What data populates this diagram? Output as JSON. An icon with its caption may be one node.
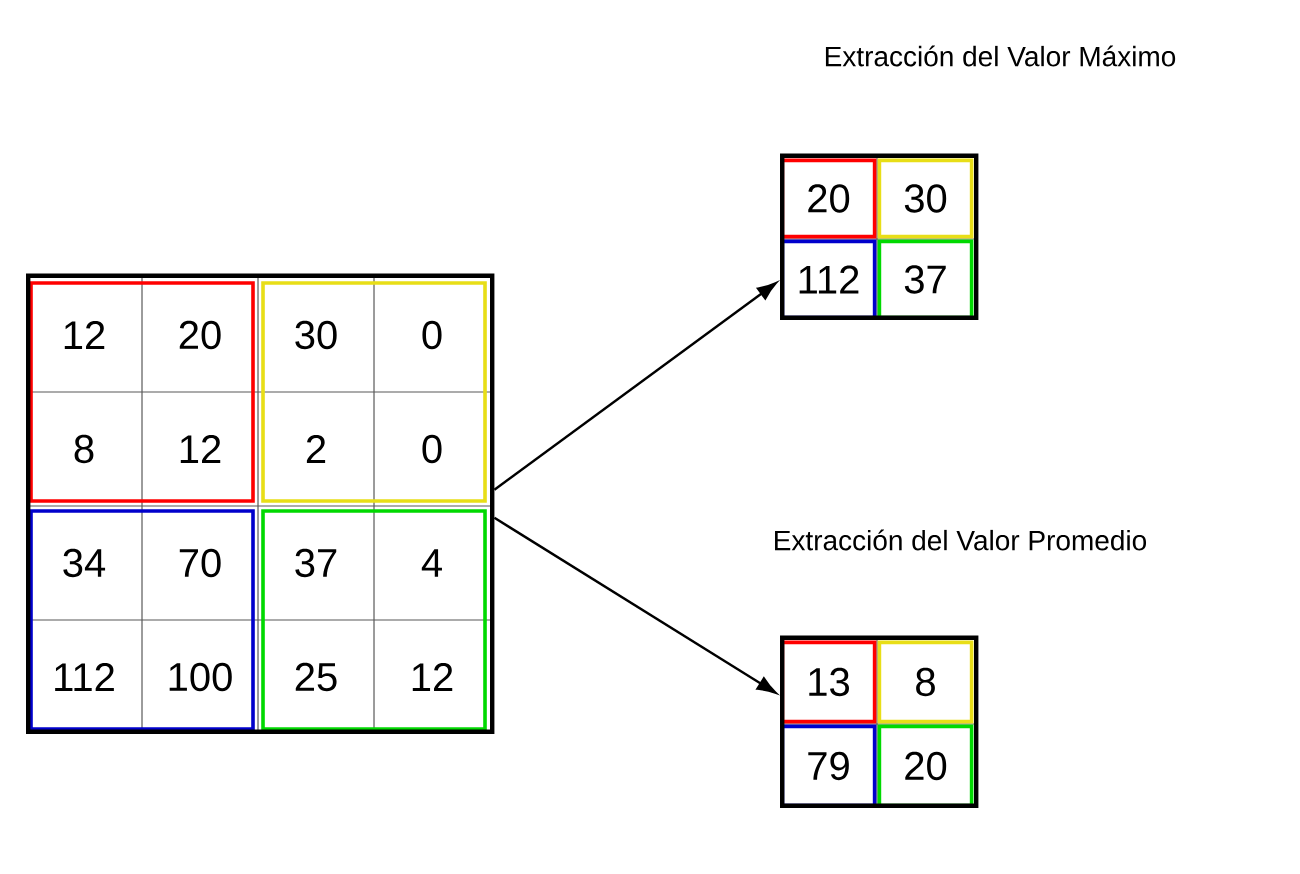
{
  "diagram": {
    "nodes": [
      {
        "text": [],
        "shape": "box"
      },
      {
        "text": [
          "Extracción del Valor Máximo"
        ]
      },
      {
        "text": [
          "Extracción del Valor Promedio"
        ]
      }
    ],
    "edges": [
      {
        "from": 0,
        "to": 1,
        "arrow": "to"
      },
      {
        "from": 0,
        "to": 2,
        "arrow": "to"
      }
    ],
    "labels": [
      "12",
      "20",
      "30",
      "0",
      "8",
      "12",
      "2",
      "0",
      "34",
      "70",
      "37",
      "4",
      "112",
      "100",
      "25",
      "12",
      "20",
      "30",
      "112",
      "37",
      "13",
      "8",
      "79",
      "20"
    ]
  }
}
